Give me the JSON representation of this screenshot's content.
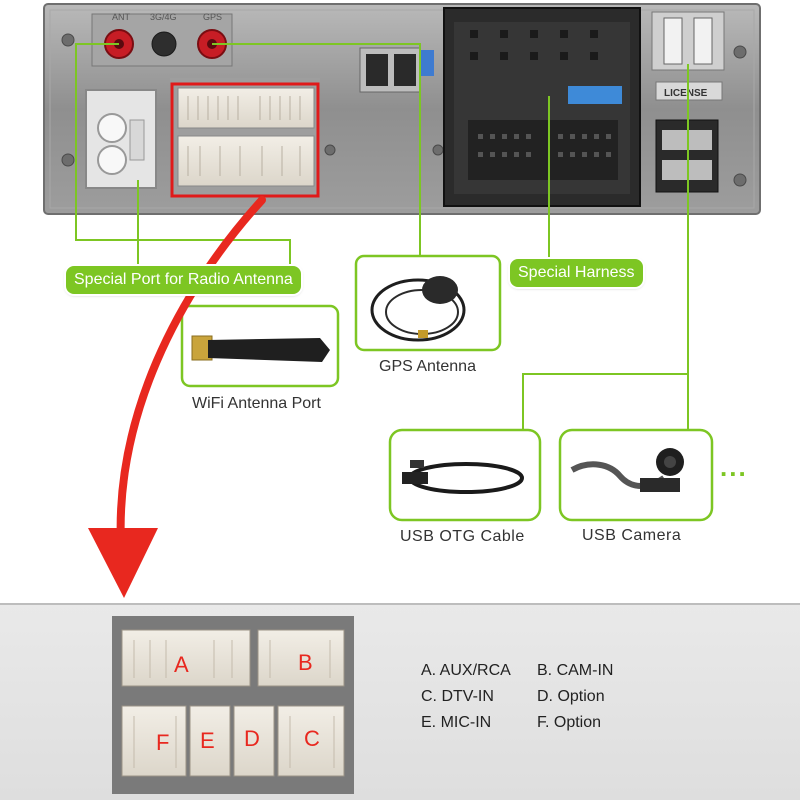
{
  "labels": {
    "radio_antenna": "Special Port for Radio Antenna",
    "harness": "Special Harness",
    "gps_antenna": "GPS Antenna",
    "wifi_antenna": "WiFi Antenna Port",
    "usb_otg": "USB OTG Cable",
    "usb_camera": "USB Camera",
    "more": "...",
    "license": "LICENSE",
    "port_top_left": "ANT",
    "port_top_mid": "3G/4G",
    "port_top_right": "GPS"
  },
  "pin_letters": [
    "A",
    "B",
    "F",
    "E",
    "D",
    "C"
  ],
  "legend": [
    [
      "A. AUX/RCA",
      "B. CAM-IN"
    ],
    [
      "C. DTV-IN",
      "D. Option"
    ],
    [
      "E. MIC-IN",
      "F. Option"
    ]
  ],
  "colors": {
    "accent_green": "#7dc623",
    "arrow_red": "#e8281f",
    "highlight_red": "#e01a1a"
  }
}
